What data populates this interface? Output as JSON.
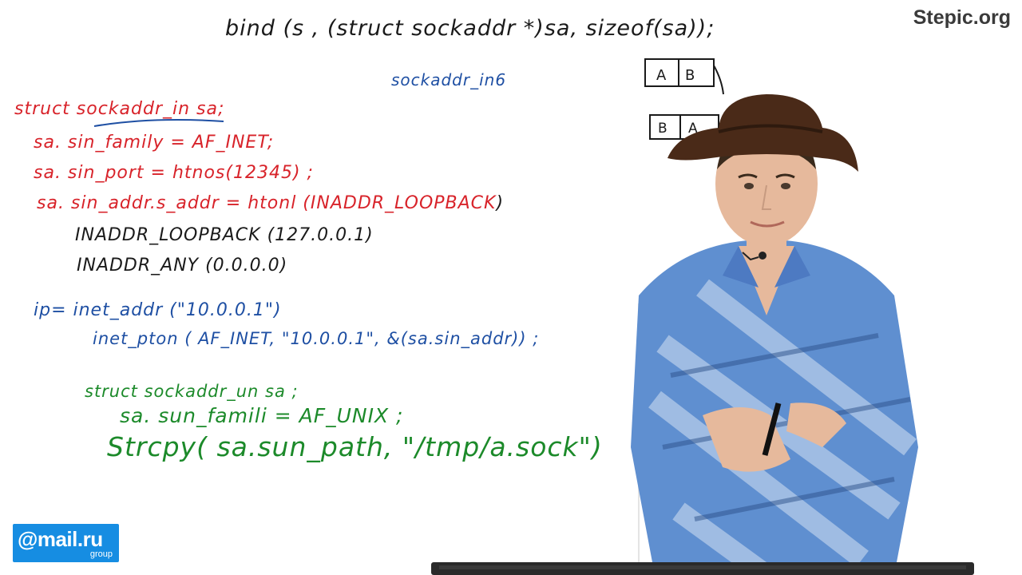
{
  "whiteboard": {
    "bind_line": "bind (s , (struct sockaddr *)sa,  sizeof(sa));",
    "ipv6_note": "sockaddr_in6",
    "struct_in": "struct  sockaddr_in  sa;",
    "sin_family": "sa. sin_family = AF_INET;",
    "sin_port": "sa. sin_port  = htnos(12345) ;",
    "sin_addr_left": "sa. sin_addr.s_addr  =  htonl (",
    "sin_addr_arg": "INADDR_LOOPBACK",
    "sin_addr_right": ")",
    "loopback": "INADDR_LOOPBACK   (127.0.0.1)",
    "any": "INADDR_ANY   (0.0.0.0)",
    "inet_addr": "ip=   inet_addr (\"10.0.0.1\")",
    "inet_pton": "inet_pton ( AF_INET, \"10.0.0.1\", &(sa.sin_addr)) ;",
    "struct_un": "struct  sockaddr_un  sa ;",
    "sun_family": "sa. sun_famili =  AF_UNIX ;",
    "strcpy": "Strcpy( sa.sun_path,  \"/tmp/a.sock\")",
    "byte_order_top": [
      "A",
      "B"
    ],
    "byte_order_bottom": [
      "B",
      "A"
    ]
  },
  "branding": {
    "site": "Stepic.org",
    "logo_main": "@mail.ru",
    "logo_sub": "group"
  },
  "colors": {
    "black_marker": "#1a1a1a",
    "red_marker": "#d8232a",
    "blue_marker": "#1e4fa3",
    "green_marker": "#1c8a2a",
    "mailru_blue": "#168de2",
    "hat": "#4a2a18",
    "shirt_blue": "#5f8fd0",
    "skin": "#e6b99c"
  }
}
